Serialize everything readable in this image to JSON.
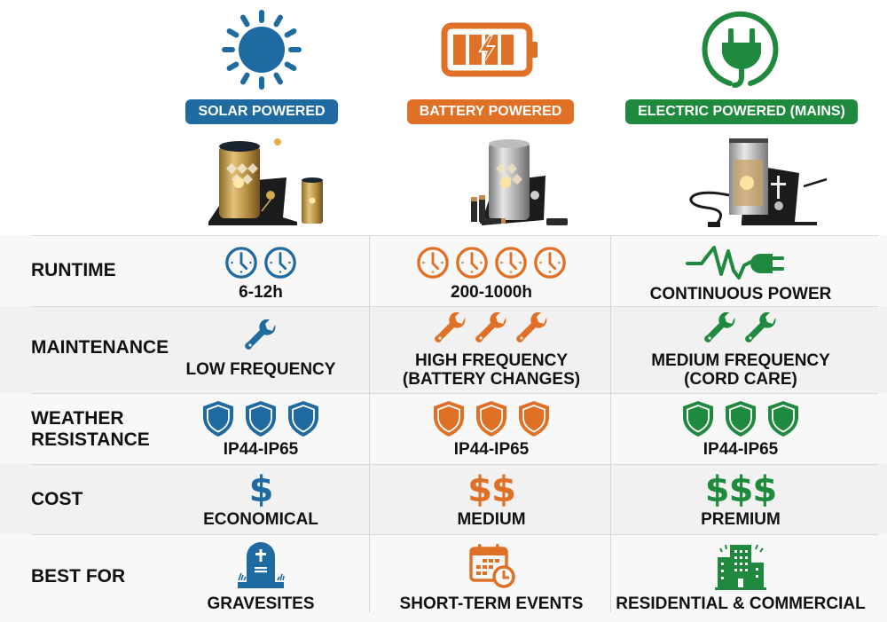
{
  "colors": {
    "solar": "#1f6aa0",
    "battery": "#e07026",
    "electric": "#1f8a3e",
    "row_alt_bg": "#f1f1f1",
    "row_bg": "#f8f8f8",
    "divider": "#d9d9d9"
  },
  "columns": [
    {
      "key": "solar",
      "title": "SOLAR POWERED",
      "icon": "sun-icon",
      "product": "gold solar grave lantern with small lantern"
    },
    {
      "key": "battery",
      "title": "BATTERY POWERED",
      "icon": "battery-icon",
      "product": "silver battery grave lantern with batteries"
    },
    {
      "key": "electric",
      "title": "ELECTRIC POWERED (MAINS)",
      "icon": "plug-icon",
      "product": "silver mains grave lantern with power cord"
    }
  ],
  "rows": [
    {
      "label": "RUNTIME",
      "cells": [
        {
          "icon": "clock-icon",
          "count": 2,
          "value": "6-12h"
        },
        {
          "icon": "clock-icon",
          "count": 4,
          "value": "200-1000h"
        },
        {
          "icon": "power-wave-plug-icon",
          "count": 1,
          "value": "CONTINUOUS POWER"
        }
      ]
    },
    {
      "label": "MAINTENANCE",
      "cells": [
        {
          "icon": "wrench-icon",
          "count": 1,
          "value": "LOW FREQUENCY",
          "value2": ""
        },
        {
          "icon": "wrench-icon",
          "count": 3,
          "value": "HIGH FREQUENCY",
          "value2": "(BATTERY CHANGES)"
        },
        {
          "icon": "wrench-icon",
          "count": 2,
          "value": "MEDIUM FREQUENCY",
          "value2": "(CORD CARE)"
        }
      ]
    },
    {
      "label": "WEATHER",
      "label2": "RESISTANCE",
      "cells": [
        {
          "icon": "shield-icon",
          "count": 3,
          "value": "IP44-IP65"
        },
        {
          "icon": "shield-icon",
          "count": 3,
          "value": "IP44-IP65"
        },
        {
          "icon": "shield-icon",
          "count": 3,
          "value": "IP44-IP65"
        }
      ]
    },
    {
      "label": "COST",
      "cells": [
        {
          "icon": "dollar-icon",
          "symbol": "$",
          "value": "ECONOMICAL"
        },
        {
          "icon": "dollar-icon",
          "symbol": "$$",
          "value": "MEDIUM"
        },
        {
          "icon": "dollar-icon",
          "symbol": "$$$",
          "value": "PREMIUM"
        }
      ]
    },
    {
      "label": "BEST FOR",
      "cells": [
        {
          "icon": "gravestone-icon",
          "value": "GRAVESITES"
        },
        {
          "icon": "calendar-clock-icon",
          "value": "SHORT-TERM EVENTS"
        },
        {
          "icon": "buildings-icon",
          "value": "RESIDENTIAL & COMMERCIAL"
        }
      ]
    }
  ]
}
